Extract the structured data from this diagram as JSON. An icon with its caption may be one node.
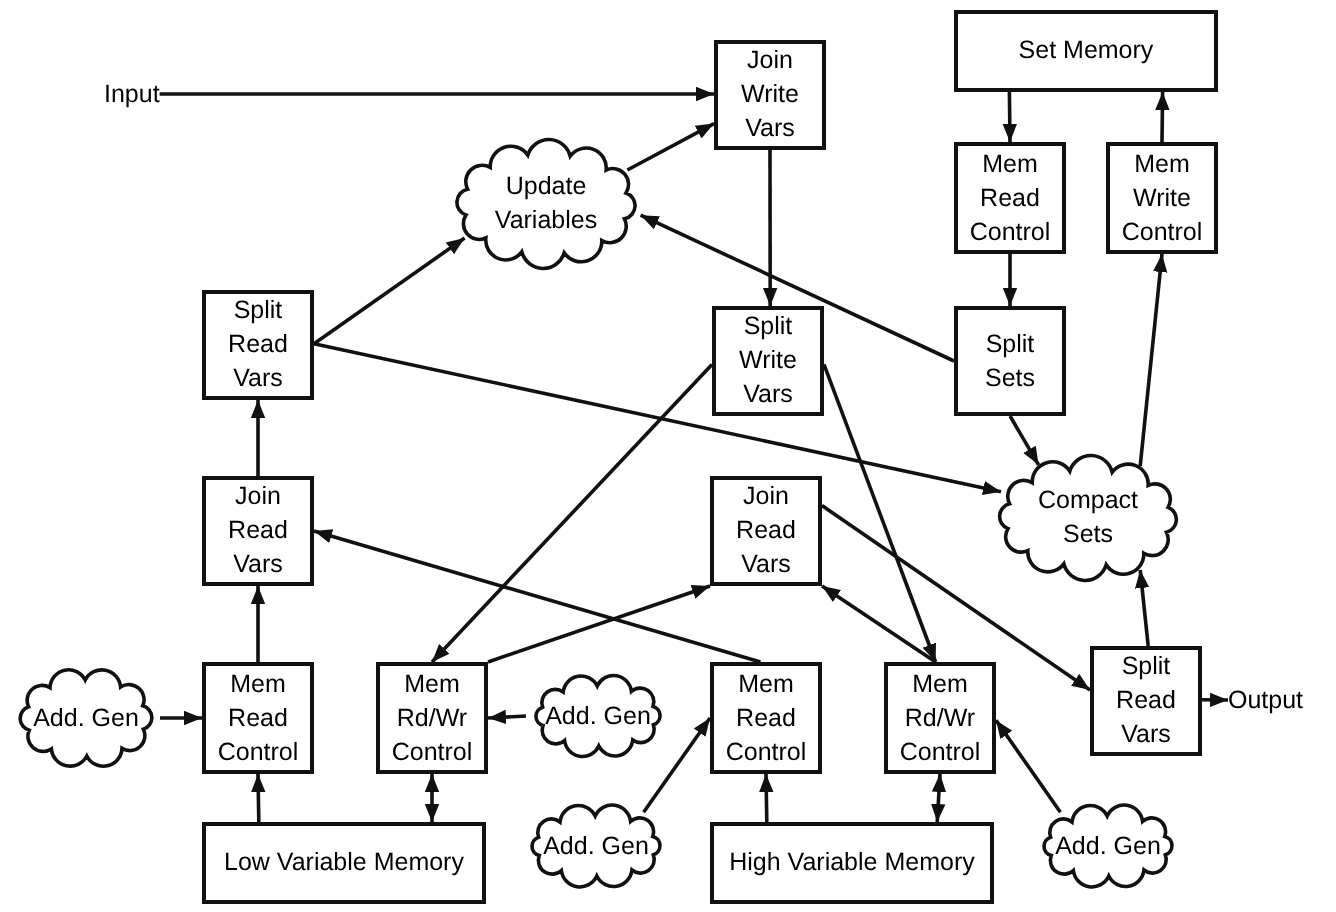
{
  "diagram": {
    "nodes": [
      {
        "text": [
          "Input"
        ]
      },
      {
        "text": [
          "Join Write Vars"
        ]
      },
      {
        "text": [
          "Set Memory"
        ]
      },
      {
        "text": [
          "Update Variables"
        ]
      },
      {
        "text": [
          "Mem Read Control"
        ]
      },
      {
        "text": [
          "Mem Write Control"
        ]
      },
      {
        "text": [
          "Split Read Vars"
        ]
      },
      {
        "text": [
          "Split Write Vars"
        ]
      },
      {
        "text": [
          "Split Sets"
        ]
      },
      {
        "text": [
          "Compact Sets"
        ]
      },
      {
        "text": [
          "Join Read Vars"
        ]
      },
      {
        "text": [
          "Join Read Vars"
        ]
      },
      {
        "text": [
          "Split Read Vars"
        ]
      },
      {
        "text": [
          "Output"
        ]
      },
      {
        "text": [
          "Add. Gen"
        ]
      },
      {
        "text": [
          "Mem Read Control"
        ]
      },
      {
        "text": [
          "Mem Rd/Wr Control"
        ]
      },
      {
        "text": [
          "Add. Gen"
        ]
      },
      {
        "text": [
          "Mem Read Control"
        ]
      },
      {
        "text": [
          "Mem Rd/Wr Control"
        ]
      },
      {
        "text": [
          "Add. Gen"
        ]
      },
      {
        "text": [
          "Add. Gen"
        ]
      },
      {
        "text": [
          "Low Variable Memory"
        ]
      },
      {
        "text": [
          "High Variable Memory"
        ]
      }
    ],
    "edges": [
      {
        "from": 0,
        "to": 1,
        "arrow": "to"
      },
      {
        "from": 3,
        "to": 1,
        "arrow": "to"
      },
      {
        "from": 8,
        "to": 3,
        "arrow": "to"
      },
      {
        "from": 1,
        "to": 7,
        "arrow": "to"
      },
      {
        "from": 6,
        "to": 3,
        "arrow": "to"
      },
      {
        "from": 6,
        "to": 9,
        "arrow": "to"
      },
      {
        "from": 2,
        "to": 4,
        "arrow": "to"
      },
      {
        "from": 5,
        "to": 2,
        "arrow": "to"
      },
      {
        "from": 4,
        "to": 8,
        "arrow": "to"
      },
      {
        "from": 8,
        "to": 9,
        "arrow": "to"
      },
      {
        "from": 9,
        "to": 5,
        "arrow": "to"
      },
      {
        "from": 7,
        "to": 16,
        "arrow": "to"
      },
      {
        "from": 7,
        "to": 19,
        "arrow": "to"
      },
      {
        "from": 18,
        "to": 10,
        "arrow": "to"
      },
      {
        "from": 16,
        "to": 11,
        "arrow": "to"
      },
      {
        "from": 19,
        "to": 11,
        "arrow": "to"
      },
      {
        "from": 11,
        "to": 12,
        "arrow": "to"
      },
      {
        "from": 12,
        "to": 9,
        "arrow": "to"
      },
      {
        "from": 12,
        "to": 13,
        "arrow": "to"
      },
      {
        "from": 10,
        "to": 6,
        "arrow": "to"
      },
      {
        "from": 15,
        "to": 10,
        "arrow": "to"
      },
      {
        "from": 14,
        "to": 15,
        "arrow": "to"
      },
      {
        "from": 22,
        "to": 15,
        "arrow": "to"
      },
      {
        "from": 22,
        "to": 16,
        "arrow": "both"
      },
      {
        "from": 17,
        "to": 16,
        "arrow": "to"
      },
      {
        "from": 20,
        "to": 18,
        "arrow": "to"
      },
      {
        "from": 23,
        "to": 18,
        "arrow": "to"
      },
      {
        "from": 23,
        "to": 19,
        "arrow": "both"
      },
      {
        "from": 21,
        "to": 19,
        "arrow": "to"
      }
    ]
  }
}
